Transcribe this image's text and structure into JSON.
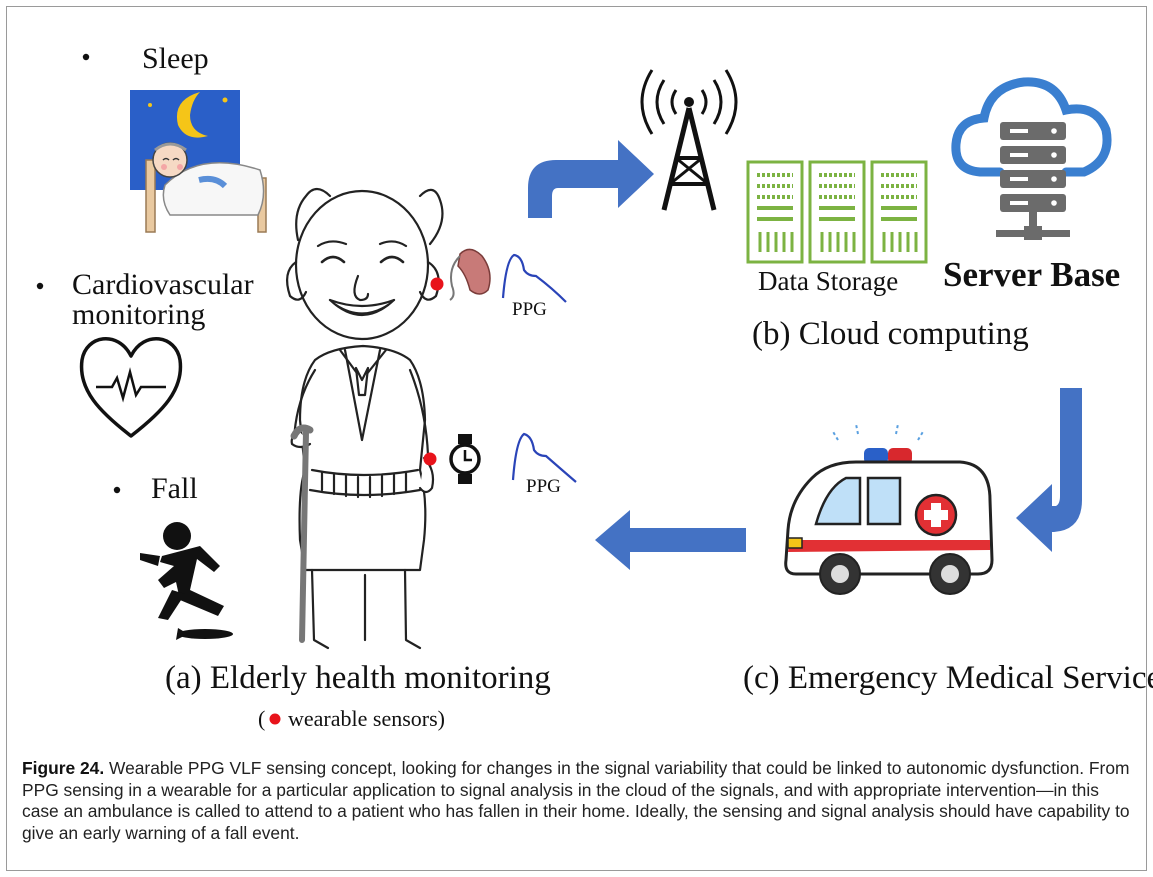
{
  "figure": {
    "bullets": [
      "Sleep",
      "Cardiovascular",
      "monitoring",
      "Fall"
    ],
    "ppg_label": "PPG",
    "data_storage_label": "Data Storage",
    "server_base_label": "Server Base",
    "panel_b_label": "(b) Cloud computing",
    "panel_a_label": "(a) Elderly health monitoring",
    "sensor_note_open": "(",
    "sensor_note_text": "wearable  sensors)",
    "panel_c_label": "(c) Emergency Medical Service",
    "colors": {
      "arrow": "#4472c4",
      "cloud": "#3a7fd0",
      "storage": "#7cb342",
      "ppg_wave": "#2a44b8",
      "sensor_dot": "#e8131b",
      "night_sky": "#2a5fc8",
      "moon": "#f5c518"
    }
  },
  "caption": {
    "label": "Figure 24.",
    "text": " Wearable PPG VLF sensing concept, looking for changes in the signal variability that could be linked to autonomic dysfunction. From PPG sensing in a wearable for a particular application to signal analysis in the cloud of the signals, and with appropriate intervention—in this case an ambulance is called to attend to a patient who has fallen in their home. Ideally, the sensing and signal analysis should have capability to give an early warning of a fall event."
  }
}
